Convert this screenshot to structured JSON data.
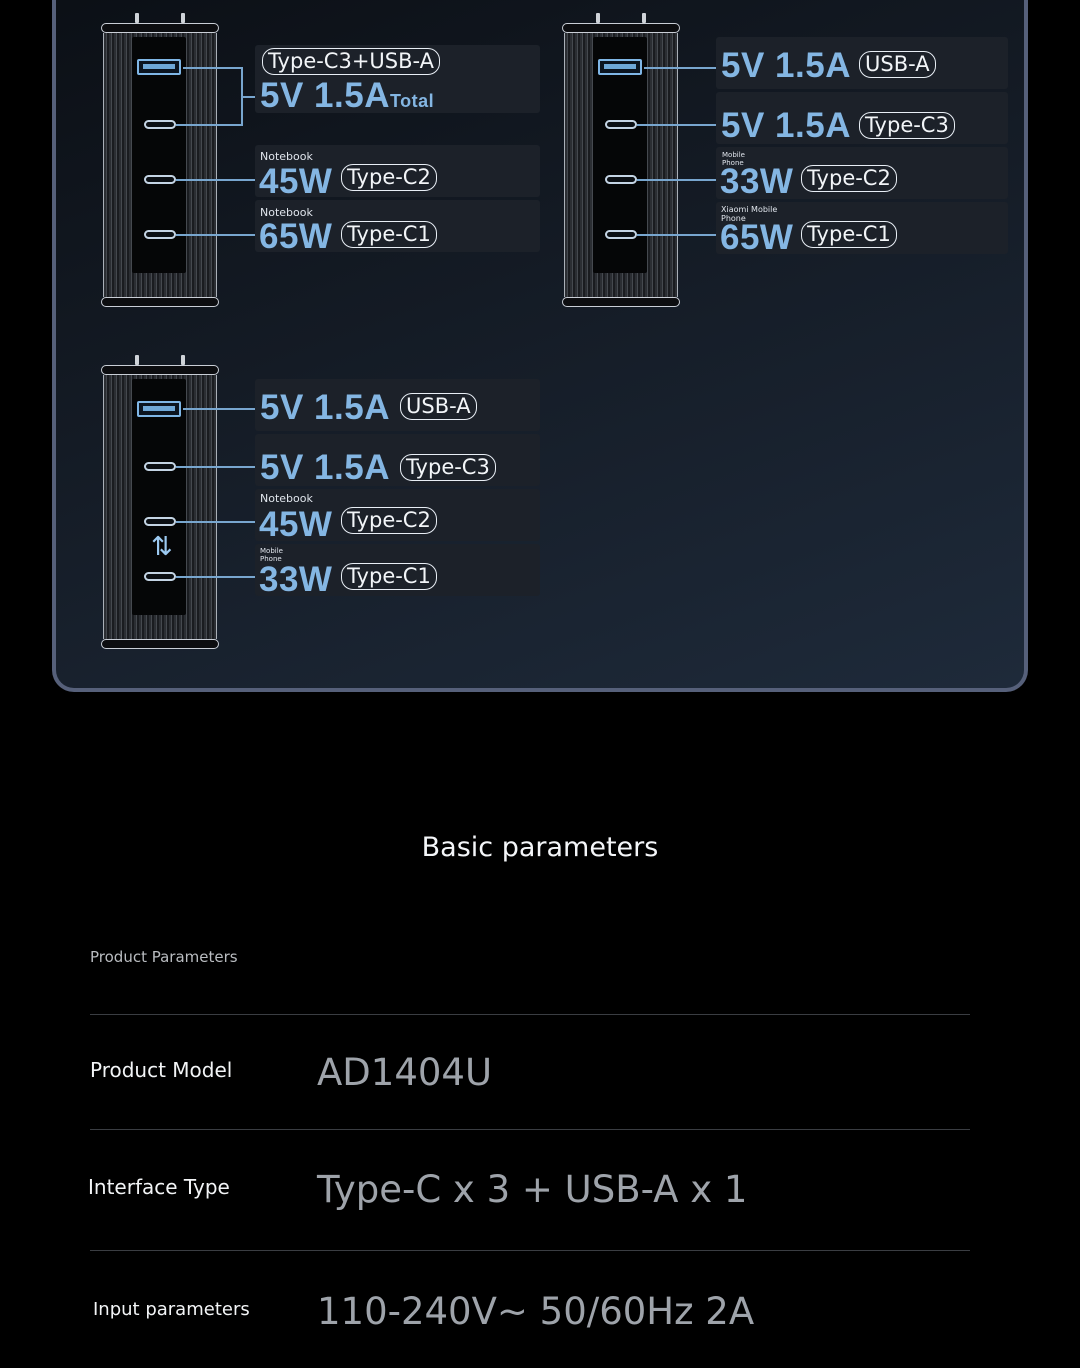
{
  "configs": [
    {
      "ports": [
        {
          "kind": "usb-a"
        },
        {
          "kind": "usb-c"
        },
        {
          "kind": "usb-c"
        },
        {
          "kind": "usb-c"
        }
      ],
      "labels": [
        {
          "tag": "Type-C3+USB-A",
          "value": "5V 1.5A",
          "suffix": "Total",
          "caption": ""
        },
        {
          "tag": "Type-C2",
          "value": "45W",
          "caption": "Notebook"
        },
        {
          "tag": "Type-C1",
          "value": "65W",
          "caption": "Notebook"
        }
      ]
    },
    {
      "ports": [
        {
          "kind": "usb-a"
        },
        {
          "kind": "usb-c"
        },
        {
          "kind": "usb-c"
        },
        {
          "kind": "usb-c"
        }
      ],
      "labels": [
        {
          "tag": "USB-A",
          "value": "5V 1.5A",
          "caption": ""
        },
        {
          "tag": "Type-C3",
          "value": "5V 1.5A",
          "caption": ""
        },
        {
          "tag": "Type-C2",
          "value": "33W",
          "caption": "Mobile\nPhone"
        },
        {
          "tag": "Type-C1",
          "value": "65W",
          "caption": "Xiaomi Mobile\nPhone"
        }
      ]
    },
    {
      "ports": [
        {
          "kind": "usb-a"
        },
        {
          "kind": "usb-c"
        },
        {
          "kind": "usb-c"
        },
        {
          "kind": "usb-c"
        }
      ],
      "labels": [
        {
          "tag": "USB-A",
          "value": "5V 1.5A",
          "caption": ""
        },
        {
          "tag": "Type-C3",
          "value": "5V 1.5A",
          "caption": ""
        },
        {
          "tag": "Type-C2",
          "value": "45W",
          "caption": "Notebook"
        },
        {
          "tag": "Type-C1",
          "value": "33W",
          "caption": "Mobile\nPhone"
        }
      ]
    }
  ],
  "params": {
    "heading": "Basic parameters",
    "subheading": "Product Parameters",
    "rows": [
      {
        "name": "Product Model",
        "value": "AD1404U"
      },
      {
        "name": "Interface Type",
        "value": "Type-C x 3 + USB-A x 1"
      },
      {
        "name": "Input parameters",
        "value": "110-240V~ 50/60Hz 2A"
      }
    ]
  },
  "colors": {
    "accent": "#84b6e3",
    "connector": "#78a6cf",
    "panel_border": "#56607a",
    "card": "#1c2129"
  },
  "icons": [
    "usb-a-port-icon",
    "usb-c-port-icon",
    "swap-arrows-icon",
    "plug-prong-icon"
  ]
}
